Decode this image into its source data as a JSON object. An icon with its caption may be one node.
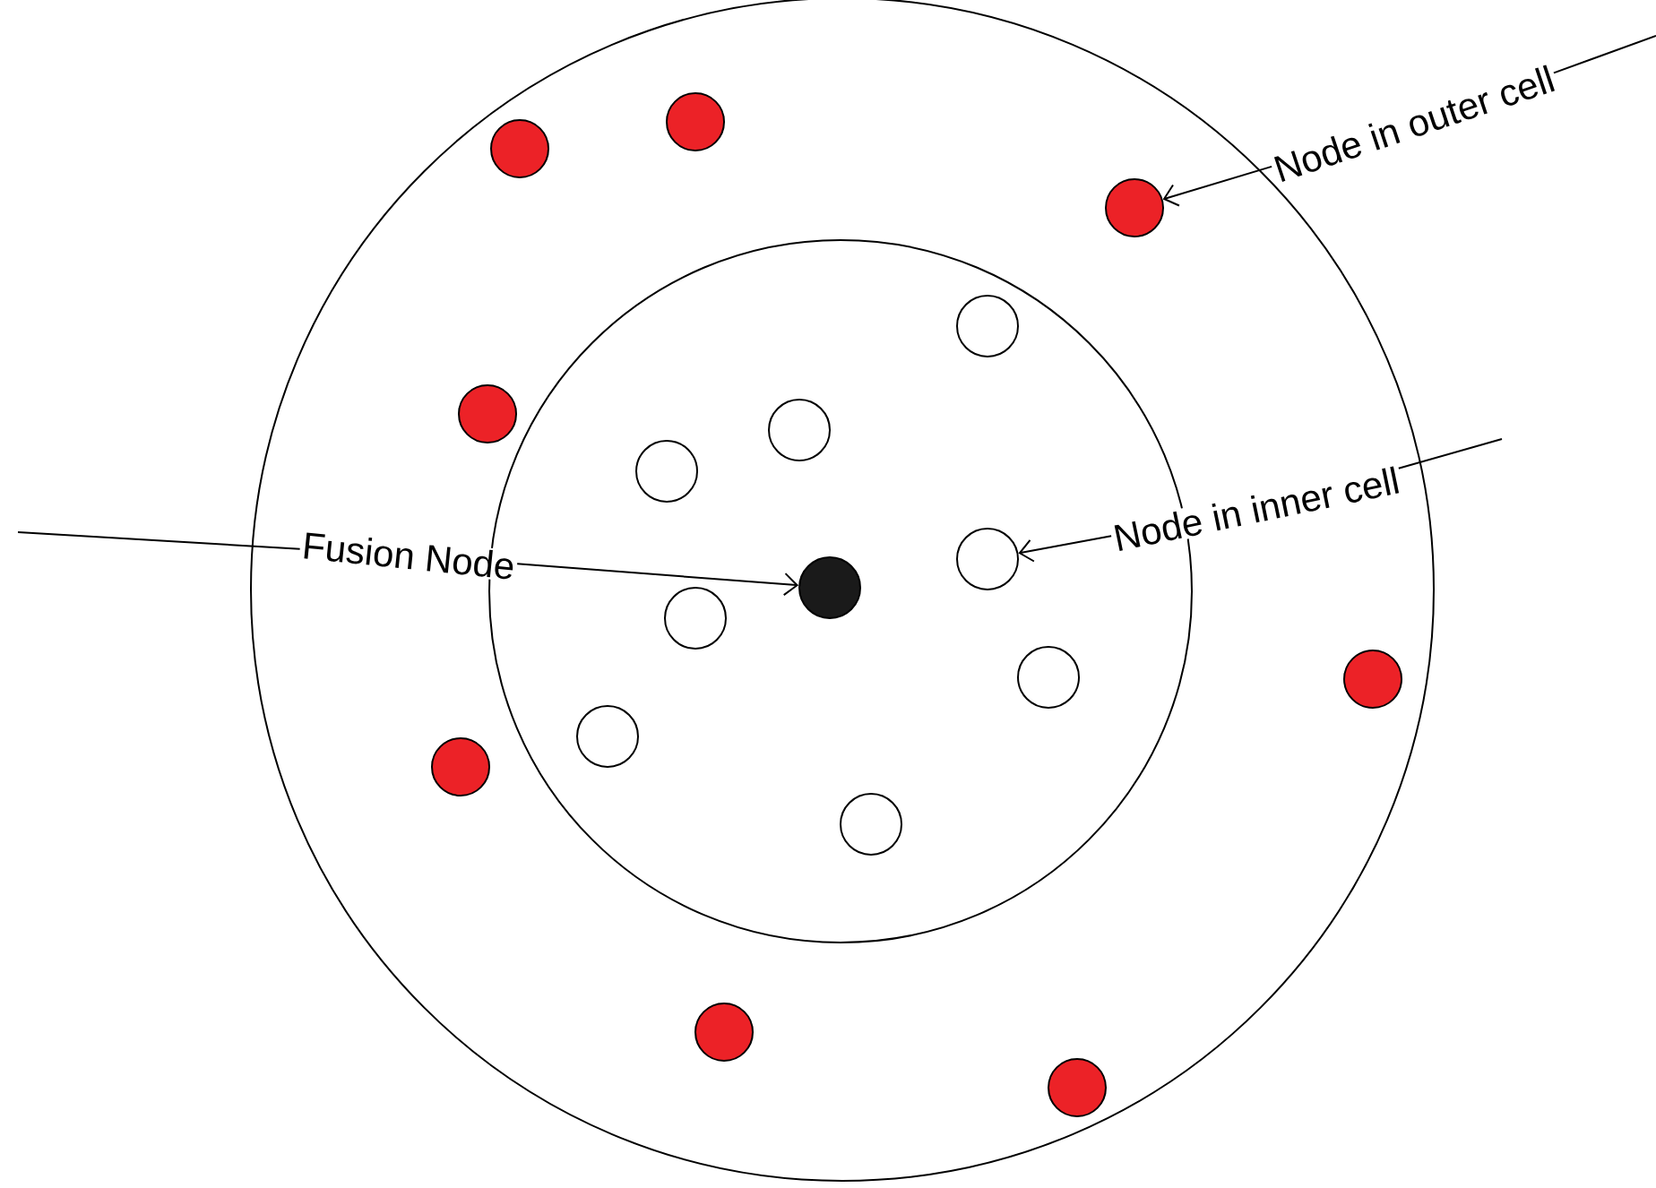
{
  "diagram": {
    "nodes": [
      {
        "text": [],
        "shape": "circle"
      },
      {
        "text": [],
        "shape": "circle",
        "in": 0
      },
      {
        "text": [
          "Node in outer cell"
        ]
      },
      {
        "text": [
          "Node in inner cell"
        ],
        "in": 0
      },
      {
        "text": [
          "Fusion Node"
        ],
        "in": 0
      },
      {
        "text": [],
        "shape": "circle",
        "in": 0
      },
      {
        "text": [],
        "shape": "circle",
        "in": 0
      },
      {
        "text": [],
        "shape": "circle",
        "in": 0
      },
      {
        "text": [],
        "shape": "circle",
        "in": 1
      },
      {
        "text": [],
        "shape": "circle",
        "in": 0
      },
      {
        "text": [],
        "shape": "circle",
        "in": 1
      },
      {
        "text": [],
        "shape": "circle",
        "in": 1
      },
      {
        "text": [],
        "shape": "circle",
        "in": 1
      },
      {
        "text": [],
        "shape": "circle",
        "in": 1
      },
      {
        "text": [],
        "shape": "circle",
        "in": 1
      },
      {
        "text": [],
        "shape": "circle",
        "in": 1
      },
      {
        "text": [],
        "shape": "circle",
        "in": 0
      },
      {
        "text": [],
        "shape": "circle",
        "in": 1
      },
      {
        "text": [],
        "shape": "circle",
        "in": 0
      },
      {
        "text": [],
        "shape": "circle",
        "in": 1
      },
      {
        "text": [],
        "shape": "circle",
        "in": 0
      },
      {
        "text": [],
        "shape": "circle",
        "in": 0
      }
    ],
    "edges": [
      {
        "from": 2,
        "to": 7,
        "arrow": "to"
      },
      {
        "from": 3,
        "to": 12,
        "arrow": "to"
      },
      {
        "from": 4,
        "to": 13,
        "arrow": "to"
      },
      {
        "from": 2,
        "to": null,
        "arrow": "none"
      },
      {
        "from": 3,
        "to": null,
        "arrow": "none"
      },
      {
        "from": 4,
        "to": null,
        "arrow": "none"
      }
    ]
  }
}
